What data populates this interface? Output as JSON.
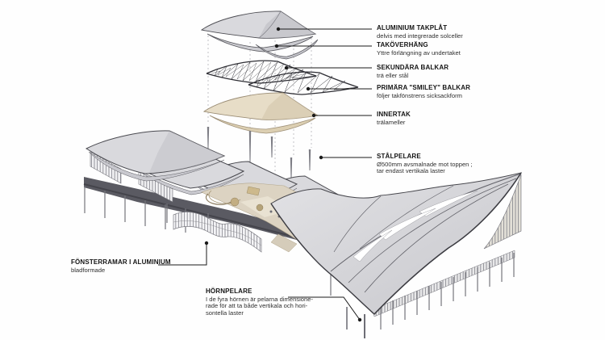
{
  "figure": {
    "type": "exploded axonometric architecture diagram",
    "language": "sv"
  },
  "colors": {
    "background": "#fefefe",
    "label_title": "#141414",
    "label_desc": "#303030",
    "leader": "#1a1a1a",
    "roof_light": "#d9d9dd",
    "roof_shade": "#bcbcc2",
    "beam_dark": "#2f2f35",
    "wood_ceiling": "#e7ddc7",
    "floor": "#dcd3c2",
    "interior_dark": "#5a5a62",
    "column": "#74747b"
  },
  "labels": {
    "takplat": {
      "title": "ALUMINIUM TAKPLÅT",
      "desc": "delvis med integrerade solceller"
    },
    "takoverhang": {
      "title": "TAKÖVERHÄNG",
      "desc": "Yttre förlängning av undertaket"
    },
    "sekundara": {
      "title": "SEKUNDÄRA BALKAR",
      "desc": "trä eller stål"
    },
    "primara": {
      "title": "PRIMÄRA \"SMILEY\" BALKAR",
      "desc": "följer takfönstrens sicksackform"
    },
    "innertak": {
      "title": "INNERTAK",
      "desc": "trälameller"
    },
    "stalpelare": {
      "title": "STÅLPELARE",
      "desc": "Ø500mm avsmalnade mot toppen ;\ntar endast vertikala laster"
    },
    "fonsterramar": {
      "title": "FÖNSTERRAMAR I ALUMINIUM",
      "desc": "bladformade"
    },
    "hornpelare": {
      "title": "HÖRNPELARE",
      "desc": "I de fyra hörnen är pelarna dimensione-\nrade för att ta både vertikala och hori-\nsontella laster"
    }
  }
}
